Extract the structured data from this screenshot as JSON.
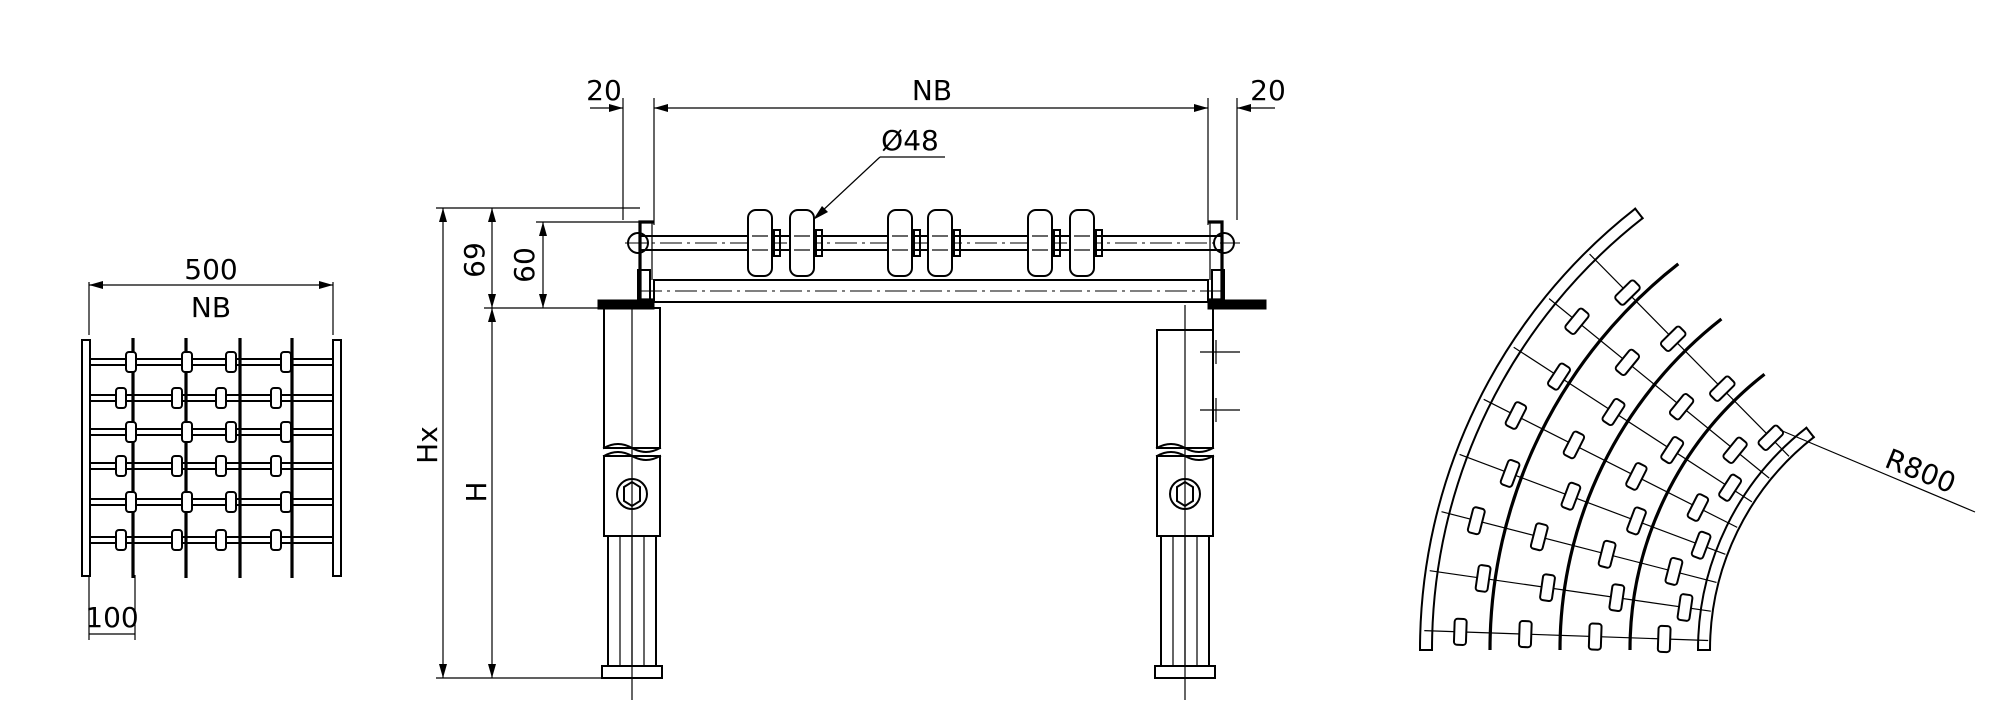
{
  "left_view": {
    "width_dim": "500",
    "nb_label": "NB",
    "pitch_dim": "100"
  },
  "front_view": {
    "left_offset": "20",
    "nb_label": "NB",
    "right_offset": "20",
    "roller_diameter": "Ø48",
    "height_69": "69",
    "height_60": "60",
    "hx_label": "Hx",
    "h_label": "H"
  },
  "curve_view": {
    "radius_label": "R800"
  }
}
